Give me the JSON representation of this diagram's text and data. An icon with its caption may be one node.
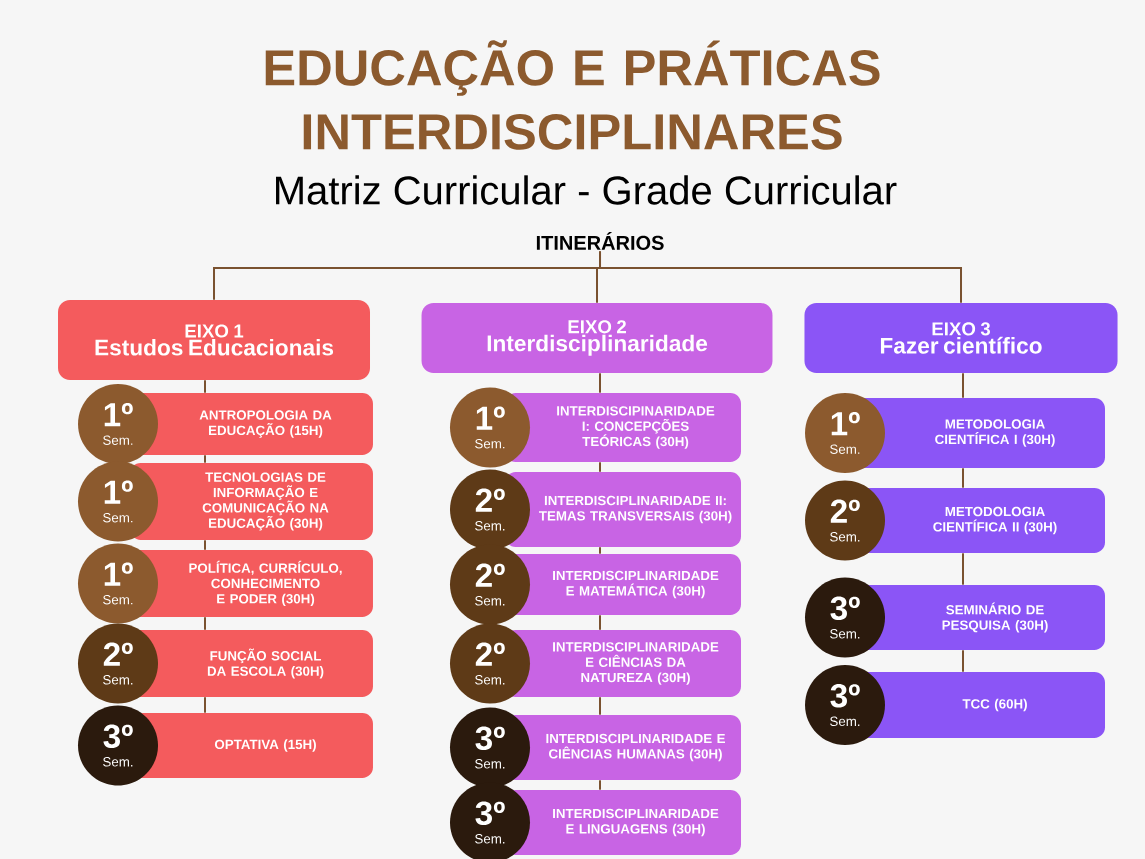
{
  "diagram": {
    "title": "EDUCAÇÃO E PRÁTICAS INTERDISCIPLINARES",
    "nodes": [
      {
        "text": [
          "ITINERÁRIOS"
        ]
      },
      {
        "text": [
          "EIXO 1",
          "Estudos Educacionais"
        ]
      },
      {
        "text": [
          "1º",
          "Sem."
        ]
      },
      {
        "text": [
          "ANTROPOLOGIA DA EDUCAÇÃO (15H)"
        ]
      },
      {
        "text": [
          "1º",
          "Sem."
        ]
      },
      {
        "text": [
          "TECNOLOGIAS DE INFORMAÇÃO E COMUNICAÇÃO NA EDUCAÇÃO (30H)"
        ]
      },
      {
        "text": [
          "1º",
          "Sem."
        ]
      },
      {
        "text": [
          "POLÍTICA, CURRÍCULO, CONHECIMENTO E PODER (30H)"
        ]
      },
      {
        "text": [
          "2º",
          "Sem."
        ]
      },
      {
        "text": [
          "FUNÇÃO SOCIAL DA ESCOLA (30H)"
        ]
      },
      {
        "text": [
          "3º",
          "Sem."
        ]
      },
      {
        "text": [
          "OPTATIVA (15H)"
        ]
      },
      {
        "text": [
          "EIXO 2",
          "Interdisciplinaridade"
        ]
      },
      {
        "text": [
          "1º",
          "Sem."
        ]
      },
      {
        "text": [
          "INTERDISCIPINARIDADE I: CONCEPÇÕES TEÓRICAS (30H)"
        ]
      },
      {
        "text": [
          "2º",
          "Sem."
        ]
      },
      {
        "text": [
          "INTERDISCIPLINARIDADE II: TEMAS TRANSVERSAIS (30H)"
        ]
      },
      {
        "text": [
          "2º",
          "Sem."
        ]
      },
      {
        "text": [
          "INTERDISCIPLINARIDADE E MATEMÁTICA (30H)"
        ]
      },
      {
        "text": [
          "2º",
          "Sem."
        ]
      },
      {
        "text": [
          "INTERDISCIPLINARIDADE E CIÊNCIAS DA NATUREZA (30H)"
        ]
      },
      {
        "text": [
          "3º",
          "Sem."
        ]
      },
      {
        "text": [
          "INTERDISCIPLINARIDADE E CIÊNCIAS HUMANAS (30H)"
        ]
      },
      {
        "text": [
          "3º",
          "Sem."
        ]
      },
      {
        "text": [
          "INTERDISCIPLINARIDADE E LINGUAGENS (30H)"
        ]
      },
      {
        "text": [
          "EIXO 3",
          "Fazer científico"
        ]
      },
      {
        "text": [
          "1º",
          "Sem."
        ]
      },
      {
        "text": [
          "METODOLOGIA CIENTÍFICA I (30H)"
        ]
      },
      {
        "text": [
          "2º",
          "Sem."
        ]
      },
      {
        "text": [
          "METODOLOGIA CIENTÍFICA II (30H)"
        ]
      },
      {
        "text": [
          "3º",
          "Sem."
        ]
      },
      {
        "text": [
          "SEMINÁRIO DE PESQUISA (30H)"
        ]
      },
      {
        "text": [
          "3º",
          "Sem."
        ]
      },
      {
        "text": [
          "TCC (60H)"
        ]
      }
    ],
    "edges": [
      {
        "from": 0,
        "to": 1,
        "arrow": "none"
      },
      {
        "from": 0,
        "to": 12,
        "arrow": "none"
      },
      {
        "from": 0,
        "to": 25,
        "arrow": "none"
      },
      {
        "from": 1,
        "to": 3,
        "arrow": "none"
      },
      {
        "from": 3,
        "to": 5,
        "arrow": "none"
      },
      {
        "from": 5,
        "to": 7,
        "arrow": "none"
      },
      {
        "from": 7,
        "to": 9,
        "arrow": "none"
      },
      {
        "from": 9,
        "to": 11,
        "arrow": "none"
      },
      {
        "from": 12,
        "to": 14,
        "arrow": "none"
      },
      {
        "from": 14,
        "to": 16,
        "arrow": "none"
      },
      {
        "from": 16,
        "to": 18,
        "arrow": "none"
      },
      {
        "from": 18,
        "to": 20,
        "arrow": "none"
      },
      {
        "from": 20,
        "to": 22,
        "arrow": "none"
      },
      {
        "from": 22,
        "to": 24,
        "arrow": "none"
      },
      {
        "from": 25,
        "to": 27,
        "arrow": "none"
      },
      {
        "from": 27,
        "to": 29,
        "arrow": "none"
      },
      {
        "from": 29,
        "to": 31,
        "arrow": "none"
      },
      {
        "from": 31,
        "to": 33,
        "arrow": "none"
      }
    ],
    "labels": [
      "Matriz Curricular - Grade Curricular"
    ]
  }
}
